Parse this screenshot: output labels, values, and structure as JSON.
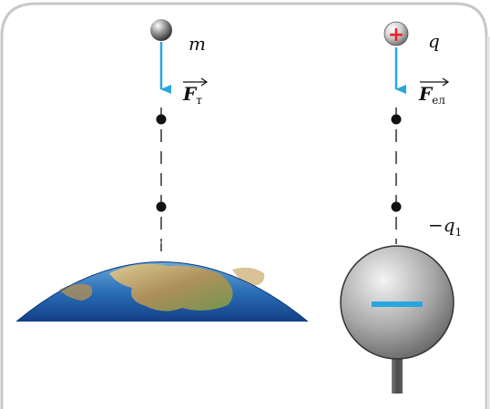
{
  "left_panel": {
    "mass_label": "m",
    "force_symbol": "F",
    "force_subscript": "т"
  },
  "right_panel": {
    "charge_label": "q",
    "charge_sign": "+",
    "force_symbol": "F",
    "force_subscript": "ел",
    "sphere_charge_label": "−q",
    "sphere_charge_subscript": "1",
    "sphere_sign": "−"
  },
  "colors": {
    "arrow": "#2aa6de",
    "plus_sign": "#e8232a",
    "minus_sign": "#2aa6de",
    "frame": "#c8c8c8",
    "ocean": "#1f5fa8",
    "land": "#c9a86a"
  },
  "icons": [
    "ball-icon",
    "positive-charge-icon",
    "earth-image",
    "charged-sphere-icon"
  ]
}
